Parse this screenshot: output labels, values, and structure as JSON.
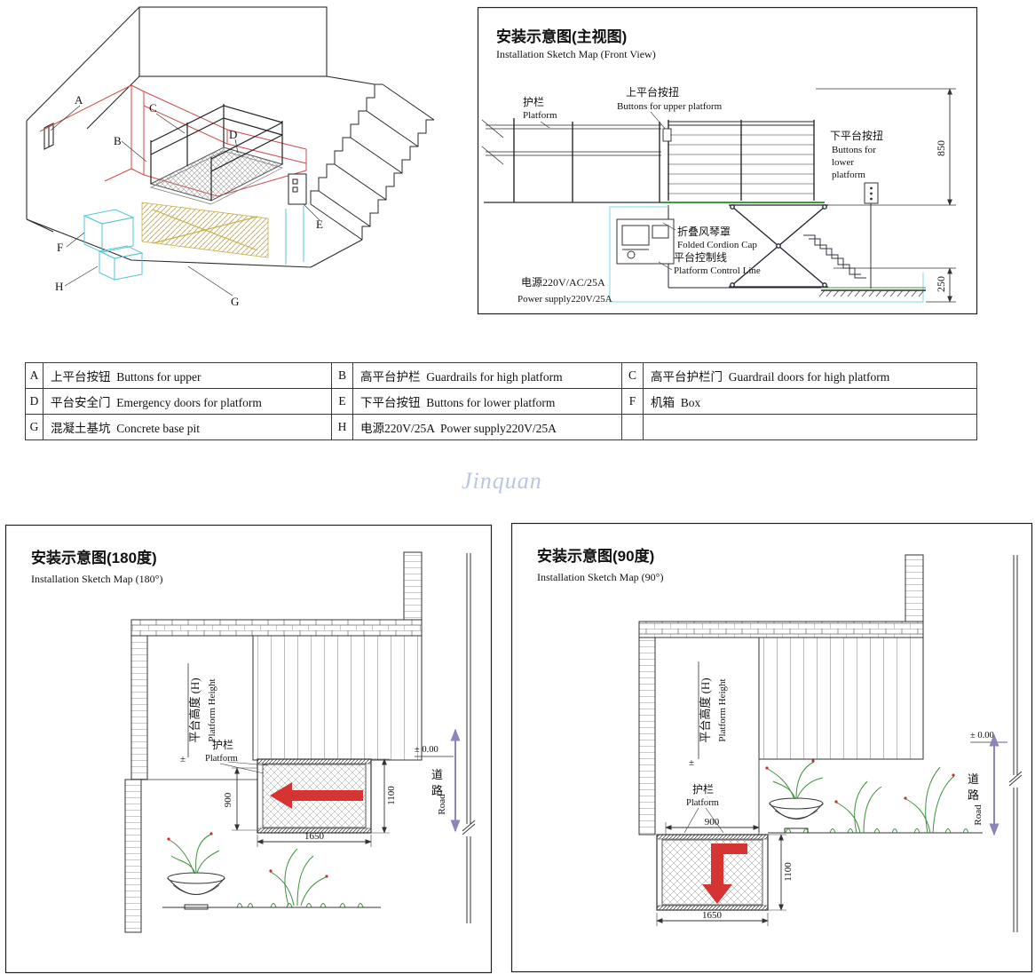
{
  "watermark": "Jinquan",
  "iso": {
    "labels": {
      "a": "A",
      "b": "B",
      "c": "C",
      "d": "D",
      "e": "E",
      "f": "F",
      "g": "G",
      "h": "H"
    }
  },
  "front": {
    "title": "安装示意图(主视图)",
    "subtitle": "Installation Sketch Map (Front View)",
    "guardrail_cn": "护栏",
    "guardrail_en": "Platform",
    "upper_btn_cn": "上平台按扭",
    "upper_btn_en": "Buttons for upper platform",
    "lower_btn_cn": "下平台按扭",
    "lower_btn_en1": "Buttons for",
    "lower_btn_en2": "lower",
    "lower_btn_en3": "platform",
    "cap_cn": "折叠风琴罩",
    "cap_en": "Folded Cordion Cap",
    "ctrl_cn": "平台控制线",
    "ctrl_en": "Platform Control Line",
    "power_cn": "电源220V/AC/25A",
    "power_en": "Power supply220V/25A",
    "dim_850": "850",
    "dim_250": "250"
  },
  "legend": {
    "rows": [
      [
        {
          "k": "A",
          "t": "上平台按钮  Buttons for upper"
        },
        {
          "k": "B",
          "t": "高平台护栏  Guardrails for high platform"
        },
        {
          "k": "C",
          "t": "高平台护栏门  Guardrail doors for high platform"
        }
      ],
      [
        {
          "k": "D",
          "t": "平台安全门  Emergency doors for platform"
        },
        {
          "k": "E",
          "t": "下平台按钮  Buttons for lower platform"
        },
        {
          "k": "F",
          "t": "机箱  Box"
        }
      ],
      [
        {
          "k": "G",
          "t": "混凝土基坑  Concrete base pit"
        },
        {
          "k": "H",
          "t": "电源220V/25A  Power supply220V/25A"
        },
        {
          "k": "",
          "t": ""
        }
      ]
    ]
  },
  "plan180": {
    "title": "安装示意图(180度)",
    "subtitle": "Installation Sketch Map (180°)",
    "height_cn": "平台高度 (H)",
    "height_en": "Platform Height",
    "pm": "±",
    "guardrail_cn": "护栏",
    "guardrail_en": "Platform",
    "dim_900": "900",
    "dim_1650": "1650",
    "dim_1100": "1100",
    "level": "± 0.00",
    "road_cn1": "道",
    "road_cn2": "路",
    "road_en": "Road"
  },
  "plan90": {
    "title": "安装示意图(90度)",
    "subtitle": "Installation Sketch Map (90°)",
    "height_cn": "平台高度 (H)",
    "height_en": "Platform Height",
    "pm": "±",
    "guardrail_cn": "护栏",
    "guardrail_en": "Platform",
    "dim_900": "900",
    "dim_1650": "1650",
    "dim_1100": "1100",
    "level": "± 0.00",
    "road_cn1": "道",
    "road_cn2": "路",
    "road_en": "Road"
  }
}
